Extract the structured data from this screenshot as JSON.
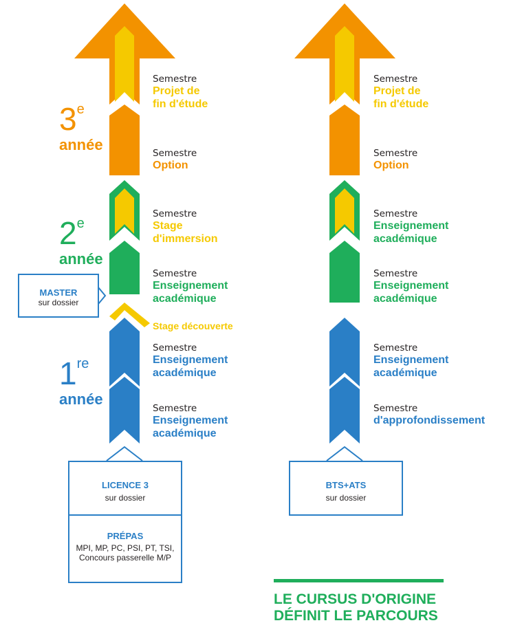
{
  "colors": {
    "orange": "#f39200",
    "yellow": "#f5c900",
    "green": "#1fae5b",
    "blue": "#2a7fc6",
    "text": "#231f20"
  },
  "years": {
    "y3": {
      "num": "3",
      "sup": "e",
      "label": "année"
    },
    "y2": {
      "num": "2",
      "sup": "e",
      "label": "année"
    },
    "y1": {
      "num": "1",
      "sup": "re",
      "label": "année"
    }
  },
  "left_column": {
    "semesters": [
      {
        "pre": "Semestre",
        "title": "Projet de fin d'étude",
        "line1": "Projet de",
        "line2": "fin d'étude"
      },
      {
        "pre": "Semestre",
        "title": "Option",
        "line1": "Option",
        "line2": ""
      },
      {
        "pre": "Semestre",
        "line1": "Stage",
        "line2": "d'immersion"
      },
      {
        "pre": "Semestre",
        "line1": "Enseignement",
        "line2": "académique"
      },
      {
        "pre": "Semestre",
        "line1": "Enseignement",
        "line2": "académique"
      },
      {
        "pre": "Semestre",
        "line1": "Enseignement",
        "line2": "académique"
      }
    ],
    "stage_decouverte": "Stage découverte",
    "master": {
      "title": "MASTER",
      "sub": "sur dossier"
    },
    "licence": {
      "title": "LICENCE 3",
      "sub": "sur dossier"
    },
    "prepas": {
      "title": "PRÉPAS",
      "line1": "MPI, MP, PC, PSI, PT, TSI,",
      "line2": "Concours passerelle M/P"
    }
  },
  "right_column": {
    "semesters": [
      {
        "pre": "Semestre",
        "line1": "Projet de",
        "line2": "fin d'étude"
      },
      {
        "pre": "Semestre",
        "line1": "Option",
        "line2": ""
      },
      {
        "pre": "Semestre",
        "line1": "Enseignement",
        "line2": "académique"
      },
      {
        "pre": "Semestre",
        "line1": "Enseignement",
        "line2": "académique"
      },
      {
        "pre": "Semestre",
        "line1": "Enseignement",
        "line2": "académique"
      },
      {
        "pre": "Semestre",
        "line1": "d'approfondissement",
        "line2": ""
      }
    ],
    "bts": {
      "title": "BTS+ATS",
      "sub": "sur dossier"
    }
  },
  "footer": {
    "line1": "LE CURSUS D'ORIGINE",
    "line2": "DÉFINIT LE PARCOURS"
  }
}
